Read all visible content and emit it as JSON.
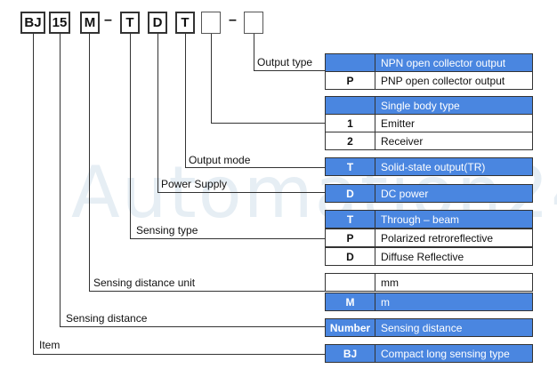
{
  "watermark": "Automation24",
  "code": {
    "boxes": [
      "BJ",
      "15",
      "M",
      "T",
      "D",
      "T",
      "",
      ""
    ],
    "dashes": [
      "–",
      "–"
    ]
  },
  "labels": {
    "output_type": "Output type",
    "output_mode": "Output mode",
    "power_supply": "Power Supply",
    "sensing_type": "Sensing type",
    "sensing_distance_unit": "Sensing distance unit",
    "sensing_distance": "Sensing distance",
    "item": "Item"
  },
  "table": [
    {
      "code": "",
      "desc": "NPN open collector output",
      "highlight": true
    },
    {
      "code": "P",
      "desc": "PNP open collector output",
      "highlight": false
    },
    {
      "code": "",
      "desc": "Single body type",
      "highlight": true
    },
    {
      "code": "1",
      "desc": "Emitter",
      "highlight": false
    },
    {
      "code": "2",
      "desc": "Receiver",
      "highlight": false
    },
    {
      "code": "T",
      "desc": "Solid-state output(TR)",
      "highlight": true
    },
    {
      "code": "D",
      "desc": "DC power",
      "highlight": true
    },
    {
      "code": "T",
      "desc": "Through – beam",
      "highlight": true
    },
    {
      "code": "P",
      "desc": "Polarized retroreflective",
      "highlight": false
    },
    {
      "code": "D",
      "desc": "Diffuse Reflective",
      "highlight": false
    },
    {
      "code": "",
      "desc": "mm",
      "highlight": false
    },
    {
      "code": "M",
      "desc": "m",
      "highlight": true
    },
    {
      "code": "Number",
      "desc": "Sensing distance",
      "highlight": true
    },
    {
      "code": "BJ",
      "desc": "Compact long sensing type",
      "highlight": true
    }
  ]
}
